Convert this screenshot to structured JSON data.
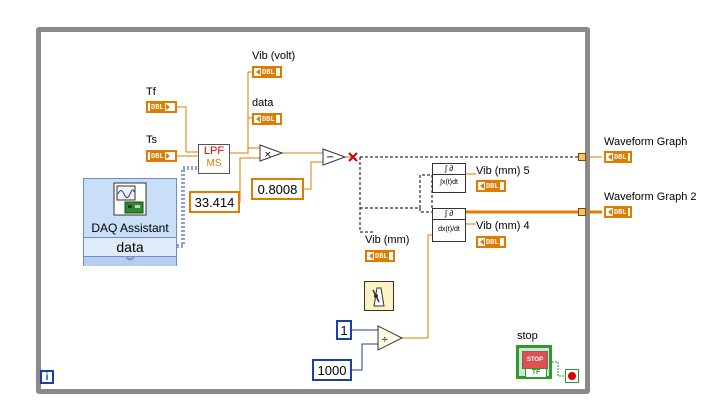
{
  "terminals": {
    "tf": "Tf",
    "ts": "Ts",
    "vib_volt": "Vib (volt)",
    "data": "data",
    "waveform_graph": "Waveform Graph",
    "waveform_graph_2": "Waveform Graph 2",
    "vib_mm5": "Vib (mm) 5",
    "vib_mm4": "Vib (mm) 4",
    "vib_mm": "Vib (mm)",
    "stop": "stop",
    "dbl_tag": "DBL"
  },
  "constants": {
    "c1": "33.414",
    "c2": "0.8008",
    "one": "1",
    "thousand": "1000"
  },
  "express_vis": {
    "lpf_top": "LPF",
    "lpf_bottom": "MS",
    "daq_title": "DAQ Assistant",
    "daq_output": "data",
    "integral_label": "∫x(t)dt",
    "derivative_label": "dx(t)/dt"
  },
  "stop_button": {
    "face": "STOP",
    "tf": "TF"
  },
  "iteration_terminal": "i",
  "colors": {
    "loop_border": "#8a8a8a",
    "wire_dbl": "#e07b00",
    "wire_int": "#1b3fa8",
    "dynamic_data": "#1b3fa8",
    "daq_bg": "#c9def7",
    "stop_green": "#2c9a2c"
  }
}
